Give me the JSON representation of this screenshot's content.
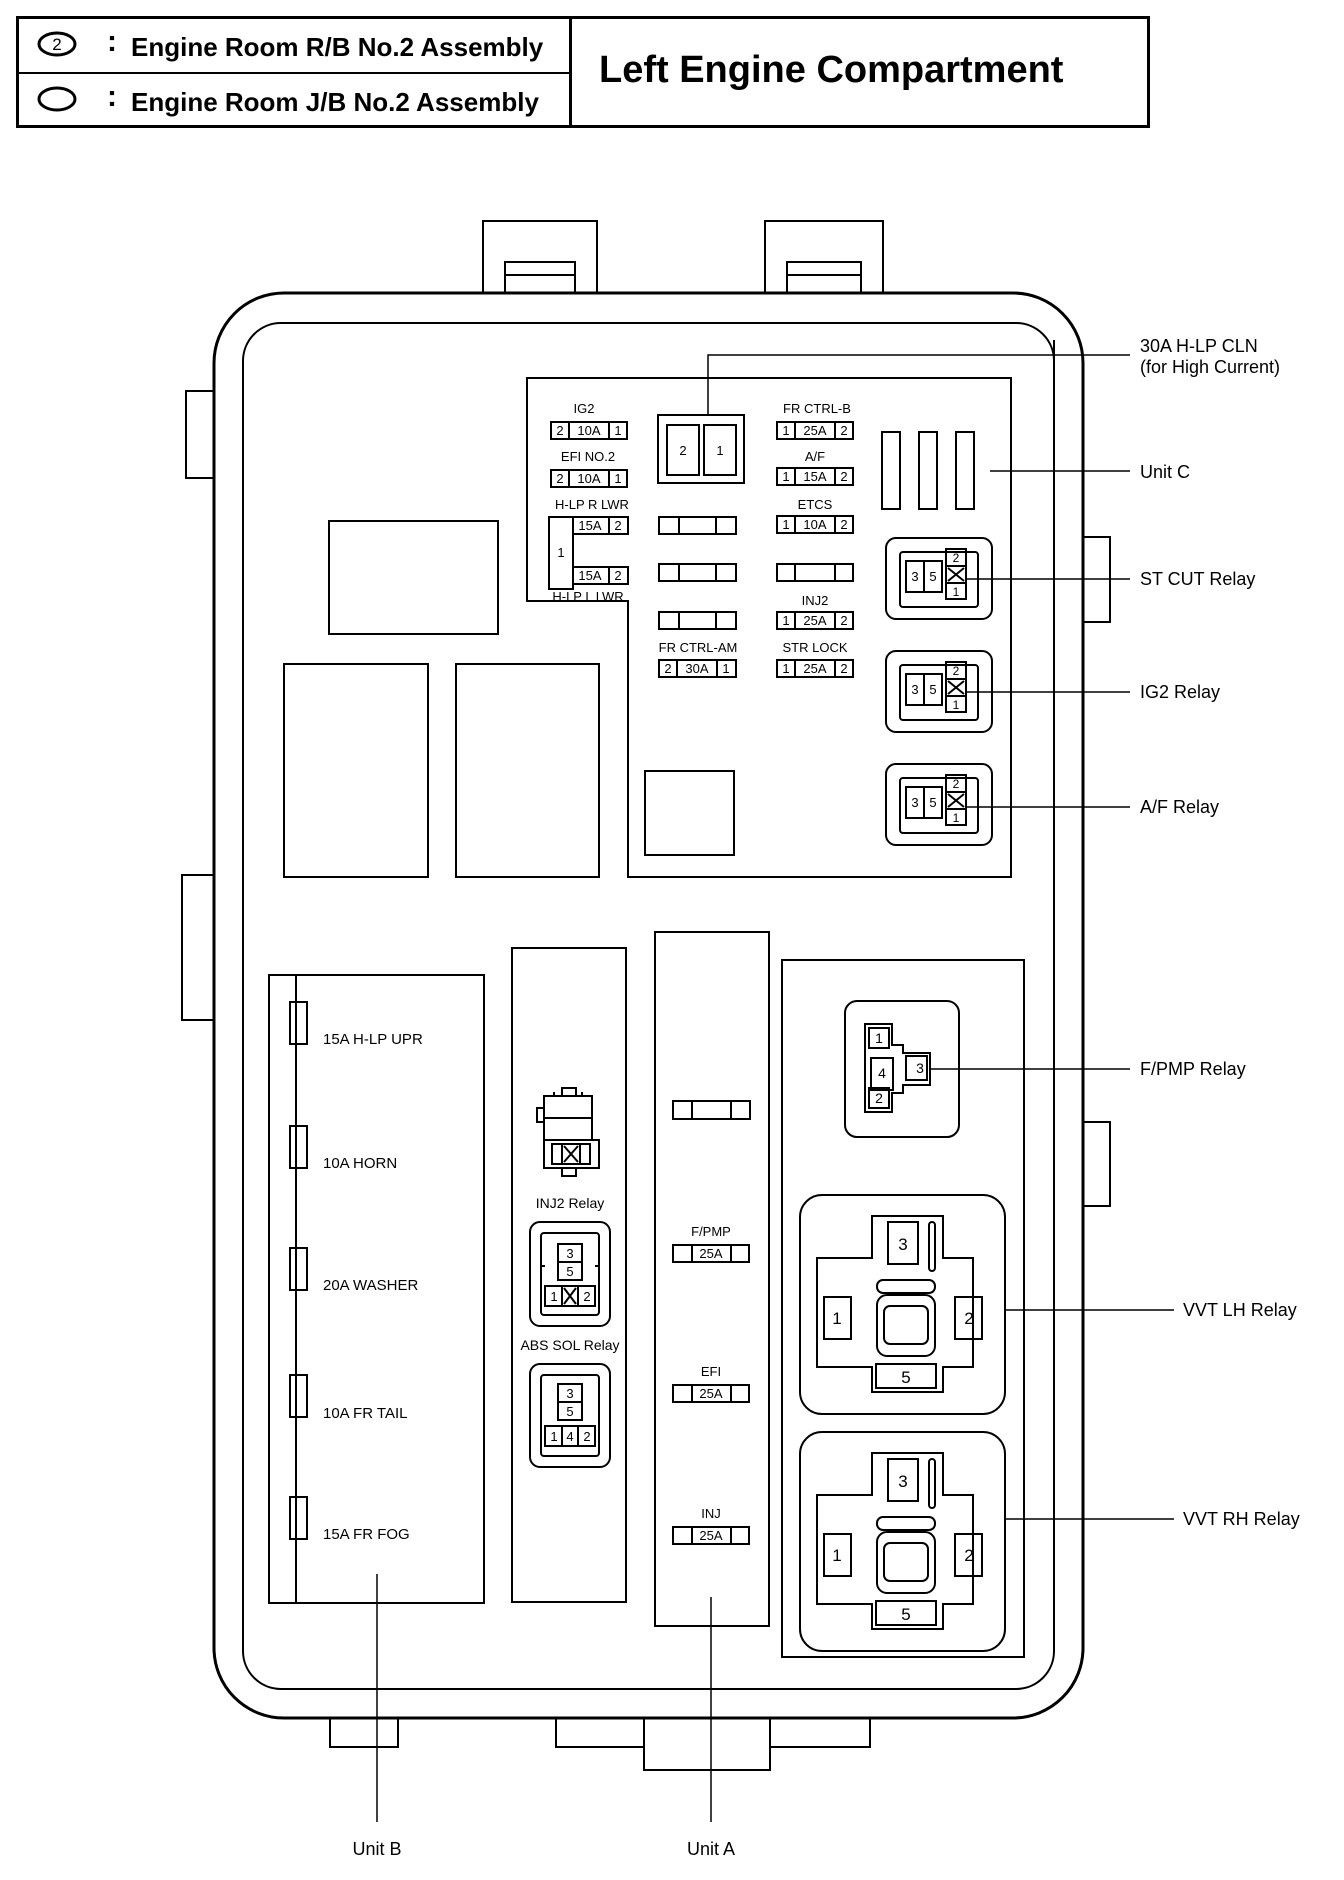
{
  "legend": {
    "rb_symbol": "2",
    "colon": ":",
    "rb_label": "Engine Room R/B No.2 Assembly",
    "jb_label": "Engine Room J/B No.2 Assembly",
    "title": "Left Engine Compartment"
  },
  "callouts": {
    "hlp_cln_line1": "30A H-LP CLN",
    "hlp_cln_line2": "(for High Current)",
    "unit_c": "Unit C",
    "st_cut_relay": "ST CUT Relay",
    "ig2_relay": "IG2 Relay",
    "af_relay": "A/F Relay",
    "fpmp_relay": "F/PMP Relay",
    "vvt_lh_relay": "VVT LH Relay",
    "vvt_rh_relay": "VVT RH Relay",
    "unit_b": "Unit B",
    "unit_a": "Unit A"
  },
  "unit_c_fuses": {
    "ig2": {
      "name": "IG2",
      "left": "2",
      "amp": "10A",
      "right": "1"
    },
    "efi_no2": {
      "name": "EFI NO.2",
      "left": "2",
      "amp": "10A",
      "right": "1"
    },
    "hlp_r_lwr": {
      "name": "H-LP R LWR",
      "amp": "15A",
      "right": "2"
    },
    "hlp_l_lwr": {
      "name": "H-LP L LWR",
      "amp": "15A",
      "right": "2"
    },
    "hlp_common": "1",
    "fr_ctrl_b": {
      "name": "FR CTRL-B",
      "left": "1",
      "amp": "25A",
      "right": "2"
    },
    "af": {
      "name": "A/F",
      "left": "1",
      "amp": "15A",
      "right": "2"
    },
    "etcs": {
      "name": "ETCS",
      "left": "1",
      "amp": "10A",
      "right": "2"
    },
    "inj2": {
      "name": "INJ2",
      "left": "1",
      "amp": "25A",
      "right": "2"
    },
    "fr_ctrl_am": {
      "name": "FR CTRL-AM",
      "left": "2",
      "amp": "30A",
      "right": "1"
    },
    "str_lock": {
      "name": "STR LOCK",
      "left": "1",
      "amp": "25A",
      "right": "2"
    },
    "hlp_cln_pin_left": "2",
    "hlp_cln_pin_right": "1"
  },
  "relay_pins": {
    "p1": "1",
    "p2": "2",
    "p3": "3",
    "p4": "4",
    "p5": "5"
  },
  "unit_b_fuses": [
    {
      "label": "15A H-LP UPR"
    },
    {
      "label": "10A HORN"
    },
    {
      "label": "20A WASHER"
    },
    {
      "label": "10A FR TAIL"
    },
    {
      "label": "15A FR FOG"
    }
  ],
  "middle_relays": {
    "inj2_relay": "INJ2 Relay",
    "abs_sol_relay": "ABS SOL Relay"
  },
  "unit_a_fuses": {
    "fpmp": {
      "name": "F/PMP",
      "amp": "25A"
    },
    "efi": {
      "name": "EFI",
      "amp": "25A"
    },
    "inj": {
      "name": "INJ",
      "amp": "25A"
    }
  }
}
